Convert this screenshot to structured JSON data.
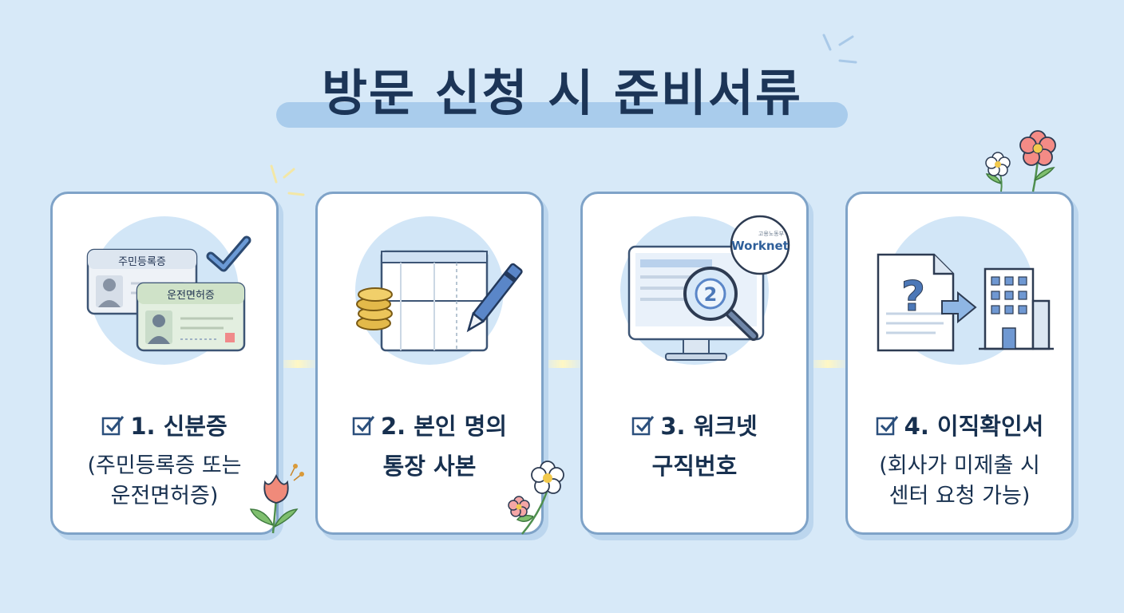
{
  "page": {
    "title": "방문 신청 시 준비서류"
  },
  "colors": {
    "background": "#d7e9f8",
    "title": "#1c3557",
    "card_border": "#7fa3c8",
    "accent": "#4c78b8"
  },
  "cards": [
    {
      "step": "1. 신분증",
      "detail_line1": "(주민등록증 또는",
      "detail_line2": "운전면허증)",
      "illustration": {
        "card_a_label": "주민등록증",
        "card_b_label": "운전면허증"
      },
      "icons": [
        "id-card-icon",
        "check-icon"
      ]
    },
    {
      "step": "2. 본인 명의",
      "detail_line1": "통장 사본",
      "detail_line2": "",
      "icons": [
        "bankbook-icon",
        "coin-stack-icon",
        "pen-icon"
      ]
    },
    {
      "step": "3. 워크넷",
      "detail_line1": "구직번호",
      "detail_line2": "",
      "illustration": {
        "badge_text": "Worknet",
        "badge_subtext": "고용노동부",
        "magnifier_number": "2"
      },
      "icons": [
        "monitor-icon",
        "magnifier-icon",
        "worknet-logo"
      ]
    },
    {
      "step": "4. 이직확인서",
      "detail_line1": "(회사가 미제출 시",
      "detail_line2": "센터 요청 가능)",
      "illustration": {
        "document_mark": "?"
      },
      "icons": [
        "document-icon",
        "arrow-right-icon",
        "building-icon"
      ]
    }
  ]
}
